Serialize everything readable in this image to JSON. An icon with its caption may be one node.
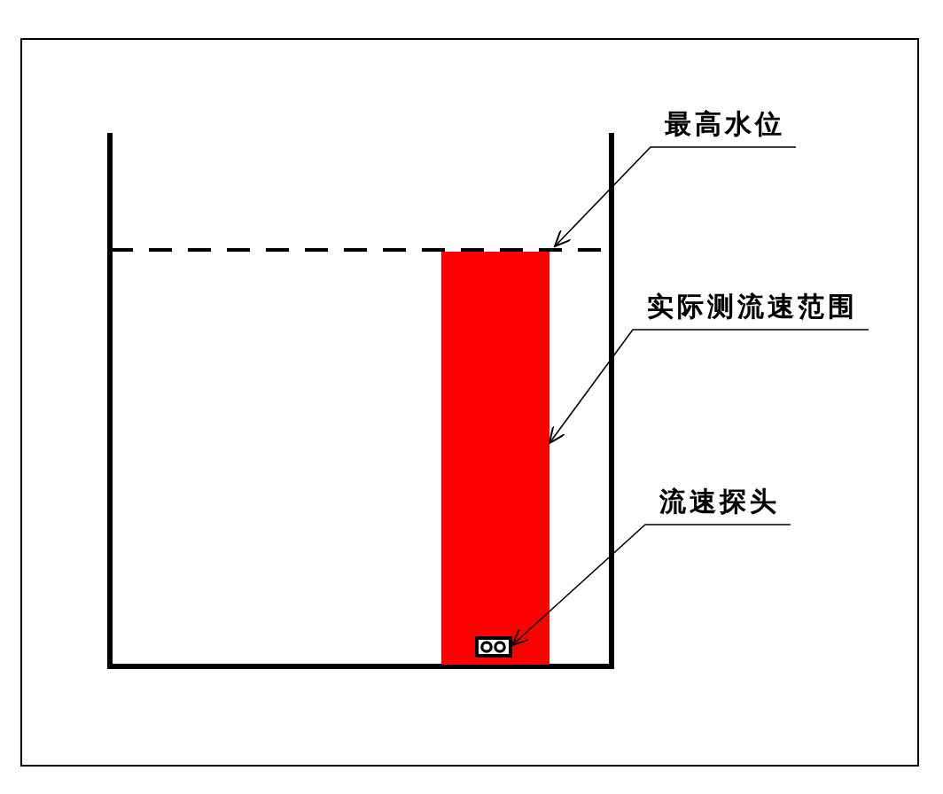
{
  "diagram": {
    "nodes": [
      {
        "text": [
          "最高水位"
        ]
      },
      {
        "text": [],
        "shape": "line"
      },
      {
        "text": [
          "实际测流速范围"
        ]
      },
      {
        "text": [],
        "shape": "box"
      },
      {
        "text": [
          "流速探头"
        ]
      },
      {
        "text": [],
        "shape": "box",
        "in": 3
      }
    ],
    "edges": [
      {
        "from": 0,
        "to": 1,
        "arrow": "to"
      },
      {
        "from": 2,
        "to": 3,
        "arrow": "to"
      },
      {
        "from": 4,
        "to": 5,
        "arrow": "to"
      }
    ]
  }
}
